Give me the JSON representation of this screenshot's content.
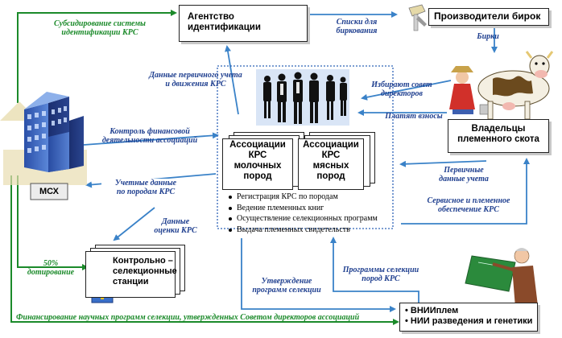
{
  "nodes": {
    "agency": [
      "Агентство",
      "идентификации"
    ],
    "tag_producers": "Производители бирок",
    "owners": [
      "Владельцы",
      "племенного скота"
    ],
    "ministry": "МСХ",
    "assoc_dairy": [
      "Ассоциации",
      "КРС",
      "молочных",
      "пород"
    ],
    "assoc_beef": [
      "Ассоциации",
      "КРС",
      "мясных",
      "пород"
    ],
    "stations": [
      "Контрольно –",
      "селекционные",
      "станции"
    ],
    "institutes": [
      "ВНИИплем",
      "НИИ разведения и генетики"
    ]
  },
  "association_functions": [
    "Регистрация КРС по породам",
    "Ведение племенных книг",
    "Осуществление селекционных программ",
    "Выдача племенных свидетельств"
  ],
  "flows": {
    "subsidy": [
      "Субсидирование системы",
      "идентификации КРС"
    ],
    "tag_lists": [
      "Списки для",
      "биркования"
    ],
    "tags": "Бирки",
    "primary_movement": [
      "Данные первичного учета",
      "и движения КРС"
    ],
    "elect_board": [
      "Избирают совет",
      "директоров"
    ],
    "pay_fees": "Платят взносы",
    "financial_control": [
      "Контроль финансовой",
      "деятельности ассоциаций"
    ],
    "breed_records": [
      "Учетные данные",
      "по породам КРС"
    ],
    "evaluation_data": [
      "Данные",
      "оценки КРС"
    ],
    "primary_records": [
      "Первичные",
      "данные учета"
    ],
    "service": [
      "Сервисное и племенное",
      "обеспечение КРС"
    ],
    "selection_programs": [
      "Программы селекции",
      "пород КРС"
    ],
    "approve_programs": [
      "Утверждение",
      "программ селекции"
    ],
    "co_funding": [
      "50%",
      "дотирование"
    ],
    "research_funding": "Финансирование научных программ селекции, утвержденных Советом директоров ассоциаций"
  },
  "colors": {
    "green": "#1b8a2a",
    "blue": "#1f3f8f",
    "arrow_blue": "#3a82c8",
    "box_border": "#222222"
  },
  "icons": [
    "computer-user-icon",
    "tag-applicator-icon",
    "cow-farmer-icon",
    "government-building-icon",
    "business-people-icon",
    "emblem-icon",
    "teacher-icon"
  ]
}
